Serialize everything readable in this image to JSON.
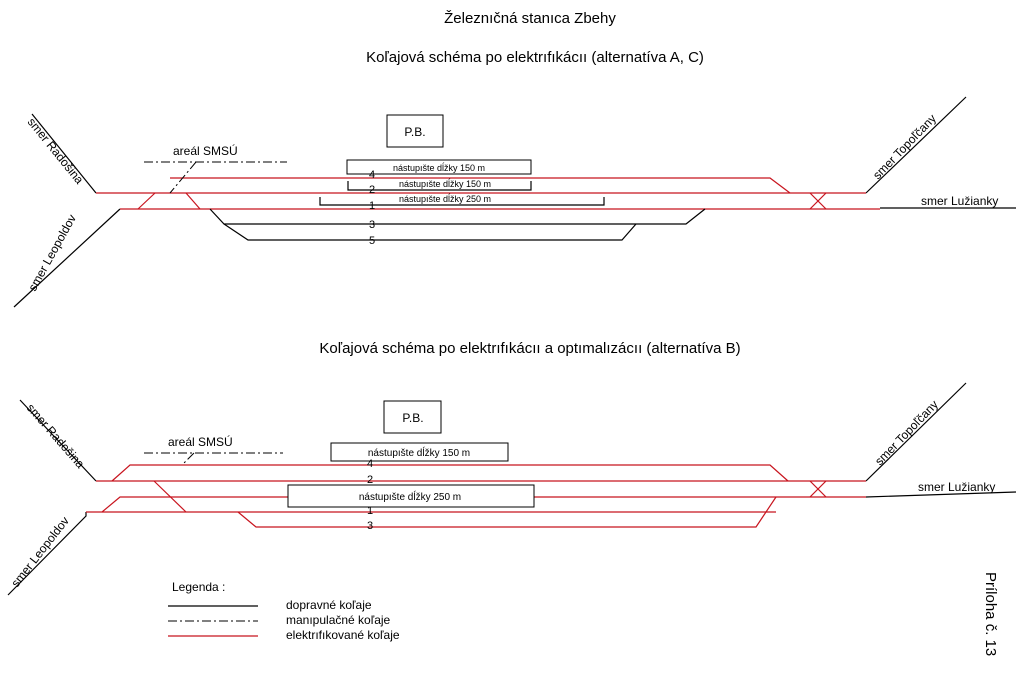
{
  "station_title": "Železnıčná stanıca Zbehy",
  "schema_a": {
    "title": "Koľajová schéma po elektrıfıkácıı (alternatíva A, C)",
    "building": "P.B.",
    "smsu": "areál SMSÚ",
    "dir_radosina": "smer Radošina",
    "dir_leopoldov": "smer Leopoldov",
    "dir_topolcany": "smer Topoľčany",
    "dir_luzianky": "smer Lužianky",
    "platform_150_top": "nástupıšte dĺžky 150 m",
    "platform_150_mid": "nástupıšte dĺžky 150 m",
    "platform_250": "nástupıšte dĺžky 250 m",
    "track_4": "4",
    "track_2": "2",
    "track_1": "1",
    "track_3": "3",
    "track_5": "5"
  },
  "schema_b": {
    "title": "Koľajová schéma po elektrıfıkácıı a optımalızácıı (alternatíva B)",
    "building": "P.B.",
    "smsu": "areál SMSÚ",
    "dir_radosina": "smer Radošina",
    "dir_leopoldov": "smer Leopoldov",
    "dir_topolcany": "smer Topoľčany",
    "dir_luzianky": "smer Lužianky",
    "platform_150": "nástupıšte dĺžky 150 m",
    "platform_250": "nástupıšte dĺžky 250 m",
    "track_4": "4",
    "track_2": "2",
    "track_1": "1",
    "track_3": "3"
  },
  "legend": {
    "title": "Legenda :",
    "items": [
      {
        "label": "dopravné koľaje",
        "color": "#000000"
      },
      {
        "label": "manıpulačné koľaje",
        "color": "#000000"
      },
      {
        "label": "elektrıfıkované koľaje",
        "color": "#c8141e"
      }
    ]
  },
  "attachment": "Príloha č. 13"
}
